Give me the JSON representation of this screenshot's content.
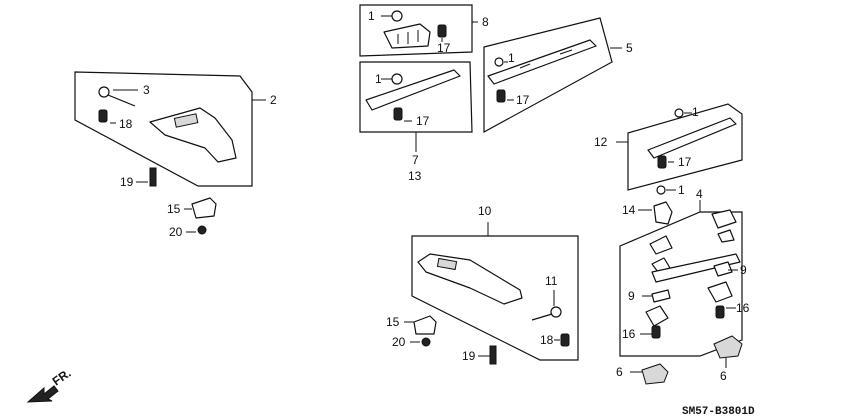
{
  "callouts": {
    "c1a": "1",
    "c1b": "1",
    "c1c": "1",
    "c1d": "1",
    "c1e": "1",
    "c2": "2",
    "c3": "3",
    "c4": "4",
    "c5": "5",
    "c6a": "6",
    "c6b": "6",
    "c7": "7",
    "c8": "8",
    "c9a": "9",
    "c9b": "9",
    "c10": "10",
    "c11": "11",
    "c12": "12",
    "c13": "13",
    "c14": "14",
    "c15a": "15",
    "c15b": "15",
    "c16a": "16",
    "c16b": "16",
    "c17a": "17",
    "c17b": "17",
    "c17c": "17",
    "c17d": "17",
    "c18a": "18",
    "c18b": "18",
    "c19a": "19",
    "c19b": "19",
    "c20a": "20",
    "c20b": "20"
  },
  "direction_label": "FR.",
  "diagram_code": "SM57-B3801D"
}
